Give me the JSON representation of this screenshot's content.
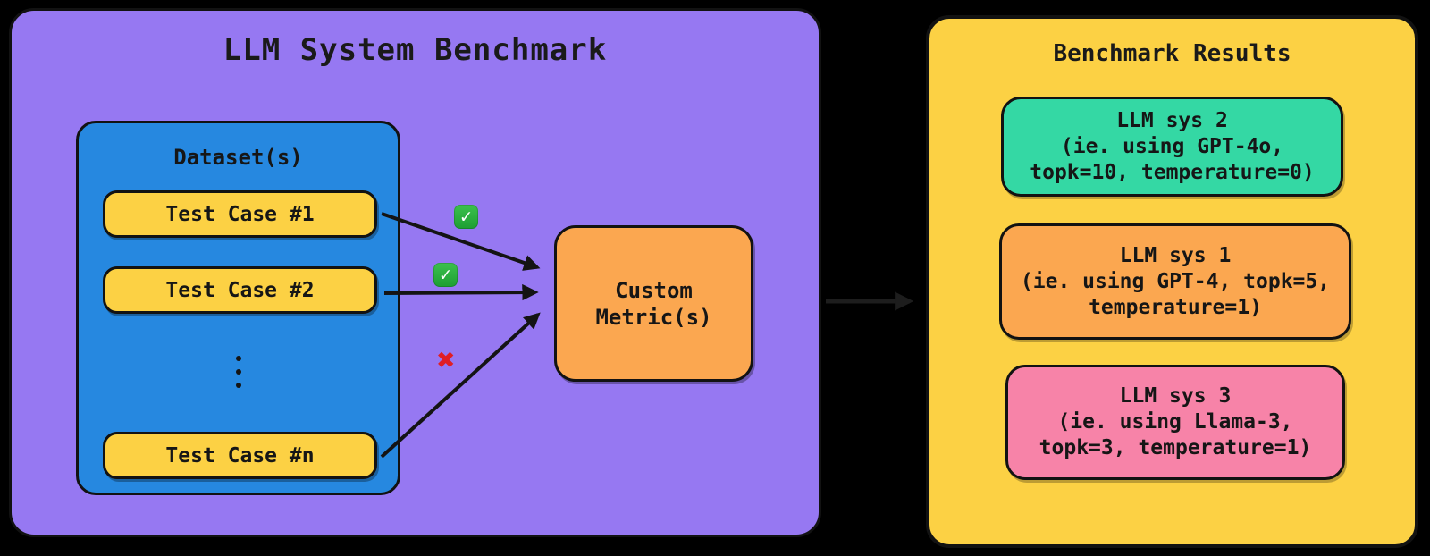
{
  "colors": {
    "background": "#000000",
    "panel_purple": "#9678F2",
    "panel_yellow": "#FCD144",
    "dataset_blue": "#2688E0",
    "test_case_yellow": "#FCD144",
    "metric_orange": "#FBA750",
    "result_teal": "#34D8A4",
    "result_orange": "#FBA750",
    "result_pink": "#F783A8",
    "ink_outline": "#121212",
    "arrow_black": "#141414",
    "connector_dark": "#1d1d1d",
    "check_green": "#23B038",
    "cross_red": "#E01E24"
  },
  "left_panel": {
    "title": "LLM System Benchmark",
    "dataset": {
      "title": "Dataset(s)",
      "test_cases": [
        {
          "label": "Test Case #1"
        },
        {
          "label": "Test Case #2"
        },
        {
          "label": "Test Case #n"
        }
      ]
    },
    "metric_box": {
      "label": "Custom\nMetric(s)"
    },
    "marks": {
      "pass": "✓",
      "fail": "✖"
    }
  },
  "right_panel": {
    "title": "Benchmark Results",
    "results": [
      {
        "lines": "LLM sys 2\n(ie. using GPT-4o,\ntopk=10, temperature=0)"
      },
      {
        "lines": "LLM sys 1\n(ie. using GPT-4, topk=5,\ntemperature=1)"
      },
      {
        "lines": "LLM sys 3\n(ie. using Llama-3,\ntopk=3, temperature=1)"
      }
    ]
  }
}
